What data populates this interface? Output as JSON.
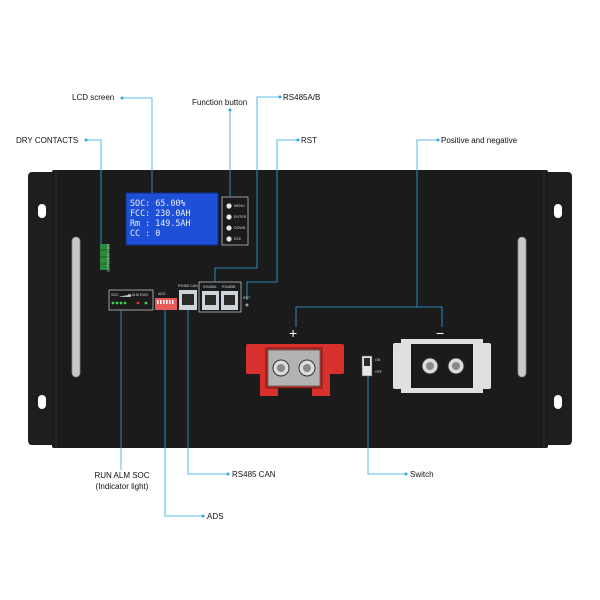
{
  "callouts": {
    "lcd_screen": "LCD screen",
    "function_button": "Function button",
    "rs485ab": "RS485A/B",
    "dry_contacts": "DRY CONTACTS",
    "rst": "RST",
    "pos_neg": "Positive and negative",
    "indicator_line1": "RUN ALM SOC",
    "indicator_line2": "(Indicator light)",
    "rs485_can": "RS485  CAN",
    "switch": "Switch",
    "ads": "ADS"
  },
  "lcd": {
    "lines": [
      "SOC:      65.00%",
      "FCC:     230.0AH",
      "Rm :     149.5AH",
      "CC :        0"
    ]
  },
  "buttons": [
    "MENU",
    "ENTER",
    "DOWN",
    "ESC"
  ],
  "panel_labels": {
    "dry_contacts": "DRY CONTACTS",
    "indicators": "SOC ▁▂▃▅ ALM RUN",
    "ads": "ADS",
    "rs485_can_port": "RS485 CAN",
    "rs485a": "RS485A",
    "rs485b": "RS485B",
    "rst": "RST",
    "switch_on": "ON",
    "switch_off": "OFF"
  },
  "terminals": {
    "positive": "+",
    "negative": "−"
  },
  "colors": {
    "panel": "#1b1b1b",
    "lcd": "#1e4fd8",
    "positive": "#d8312d",
    "negative": "#1a1a1a",
    "led": "#3ad24a"
  }
}
